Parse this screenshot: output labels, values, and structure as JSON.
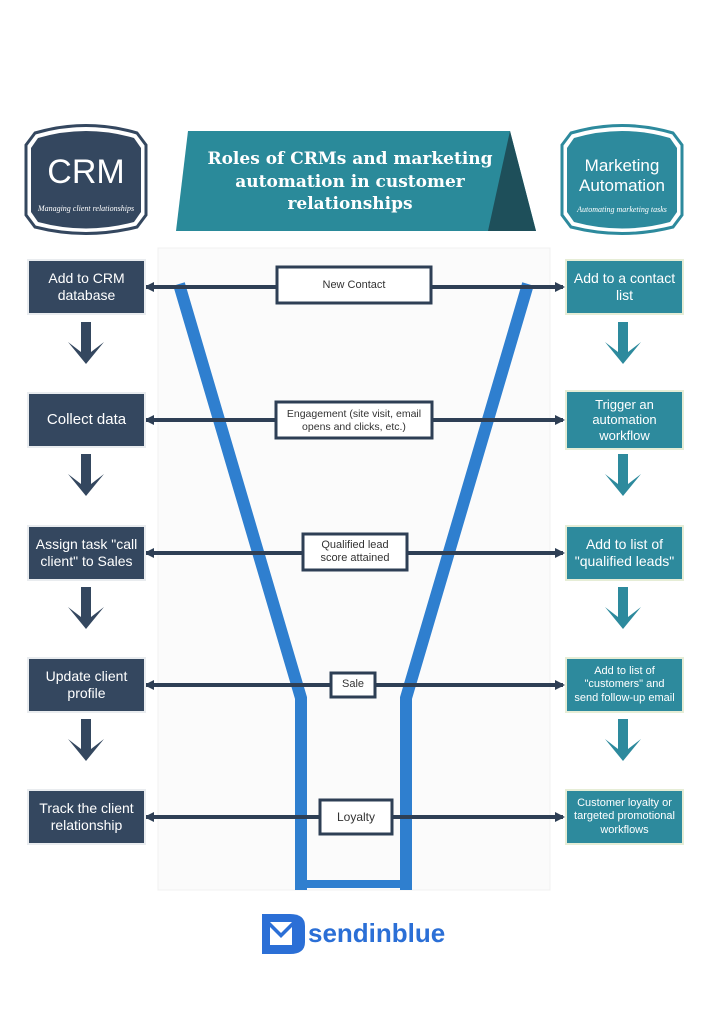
{
  "header": {
    "title": "Roles of CRMs and marketing automation in customer relationships",
    "crm_badge": {
      "title": "CRM",
      "subtitle": "Managing client relationships"
    },
    "ma_badge": {
      "title_line1": "Marketing",
      "title_line2": "Automation",
      "subtitle": "Automating marketing tasks"
    }
  },
  "stages": [
    {
      "label": "New Contact",
      "crm": "Add to CRM database",
      "automation": "Add to a contact list"
    },
    {
      "label": "Engagement (site visit, email opens and clicks, etc.)",
      "crm": "Collect data",
      "automation": "Trigger an automation workflow"
    },
    {
      "label": "Qualified lead score attained",
      "crm": "Assign task \"call client\" to Sales",
      "automation": "Add to list of \"qualified leads\""
    },
    {
      "label": "Sale",
      "crm": "Update client profile",
      "automation": "Add to list of \"customers\" and send follow-up email"
    },
    {
      "label": "Loyalty",
      "crm": "Track the client relationship",
      "automation": "Customer loyalty or targeted promotional workflows"
    }
  ],
  "footer": {
    "brand": "sendinblue"
  },
  "colors": {
    "crm_navy": "#34475f",
    "automation_teal": "#2d8a9d",
    "funnel_blue": "#2f7fcf",
    "title_banner": "#2a8a9a",
    "brand_blue": "#2b6fd6"
  },
  "icons": [
    "down-arrow-icon",
    "double-arrow-icon",
    "sendinblue-logo-icon"
  ]
}
